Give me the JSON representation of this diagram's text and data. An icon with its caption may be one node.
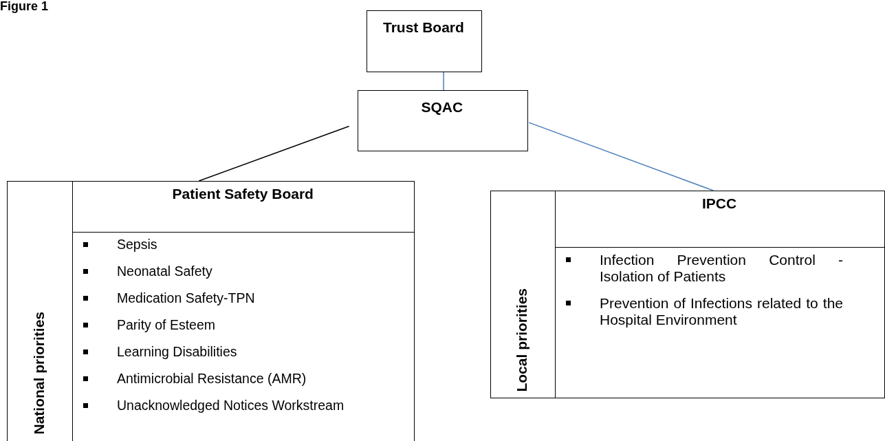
{
  "diagram": {
    "title": "Figure 1",
    "nodes": [
      {
        "text": [
          "Trust Board"
        ]
      },
      {
        "text": [
          "SQAC"
        ]
      },
      {
        "text": [
          "National priorities"
        ]
      },
      {
        "text": [
          "Patient Safety Board"
        ]
      },
      {
        "text": [
          "Sepsis",
          "Neonatal Safety",
          "Medication Safety-TPN",
          "Parity of Esteem",
          "Learning Disabilities",
          "Antimicrobial Resistance (AMR)",
          "Unacknowledged Notices Workstream"
        ]
      },
      {
        "text": [
          "Local priorities"
        ]
      },
      {
        "text": [
          "IPCC"
        ]
      },
      {
        "text": [
          "Infection Prevention Control - Isolation of Patients",
          "Prevention of Infections related to the Hospital Environment"
        ]
      }
    ],
    "edges": [
      {
        "from": 0,
        "to": 1,
        "arrow": "none"
      },
      {
        "from": 1,
        "to": 3,
        "arrow": "none",
        "color": "#000000"
      },
      {
        "from": 1,
        "to": 6,
        "arrow": "none"
      }
    ]
  }
}
